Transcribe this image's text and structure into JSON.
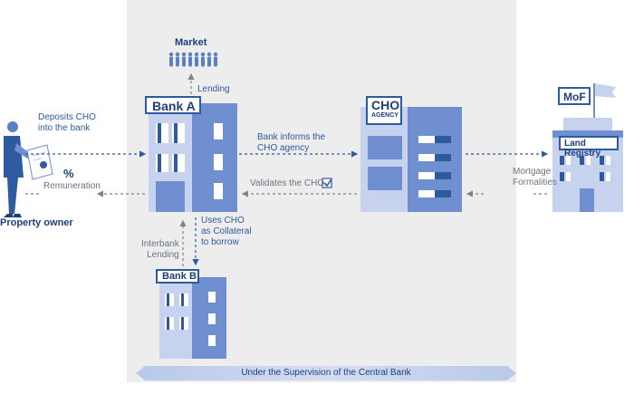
{
  "market": {
    "label": "Market",
    "lending": "Lending"
  },
  "bank_a": {
    "label": "Bank A"
  },
  "bank_b": {
    "label": "Bank B"
  },
  "cho_agency": {
    "title": "CHO",
    "subtitle": "AGENCY"
  },
  "mof": {
    "label": "MoF"
  },
  "land_registry": {
    "label": "Land Registry"
  },
  "property_owner": {
    "label": "Property owner",
    "deposits": "Deposits CHO\ninto the bank",
    "percent": "%",
    "remuneration": "Remuneration"
  },
  "flows": {
    "bank_informs": "Bank informs the\nCHO agency",
    "validates": "Validates the CHO",
    "mortgage": "Mortgage\nFormalities",
    "uses_cho": "Uses CHO\nas Collateral\nto borrow",
    "interbank": "Interbank\nLending"
  },
  "supervision": "Under the Supervision of the Central Bank",
  "colors": {
    "dark_blue": "#2e5aa0",
    "mid_blue": "#6f8fd0",
    "light_blue": "#c7d3ee",
    "panel": "#ededed",
    "arrow_gray": "#7b8494"
  },
  "icons": [
    "person-icon",
    "crowd-icon",
    "flag-icon",
    "checkbox-icon",
    "certificate-icon"
  ]
}
